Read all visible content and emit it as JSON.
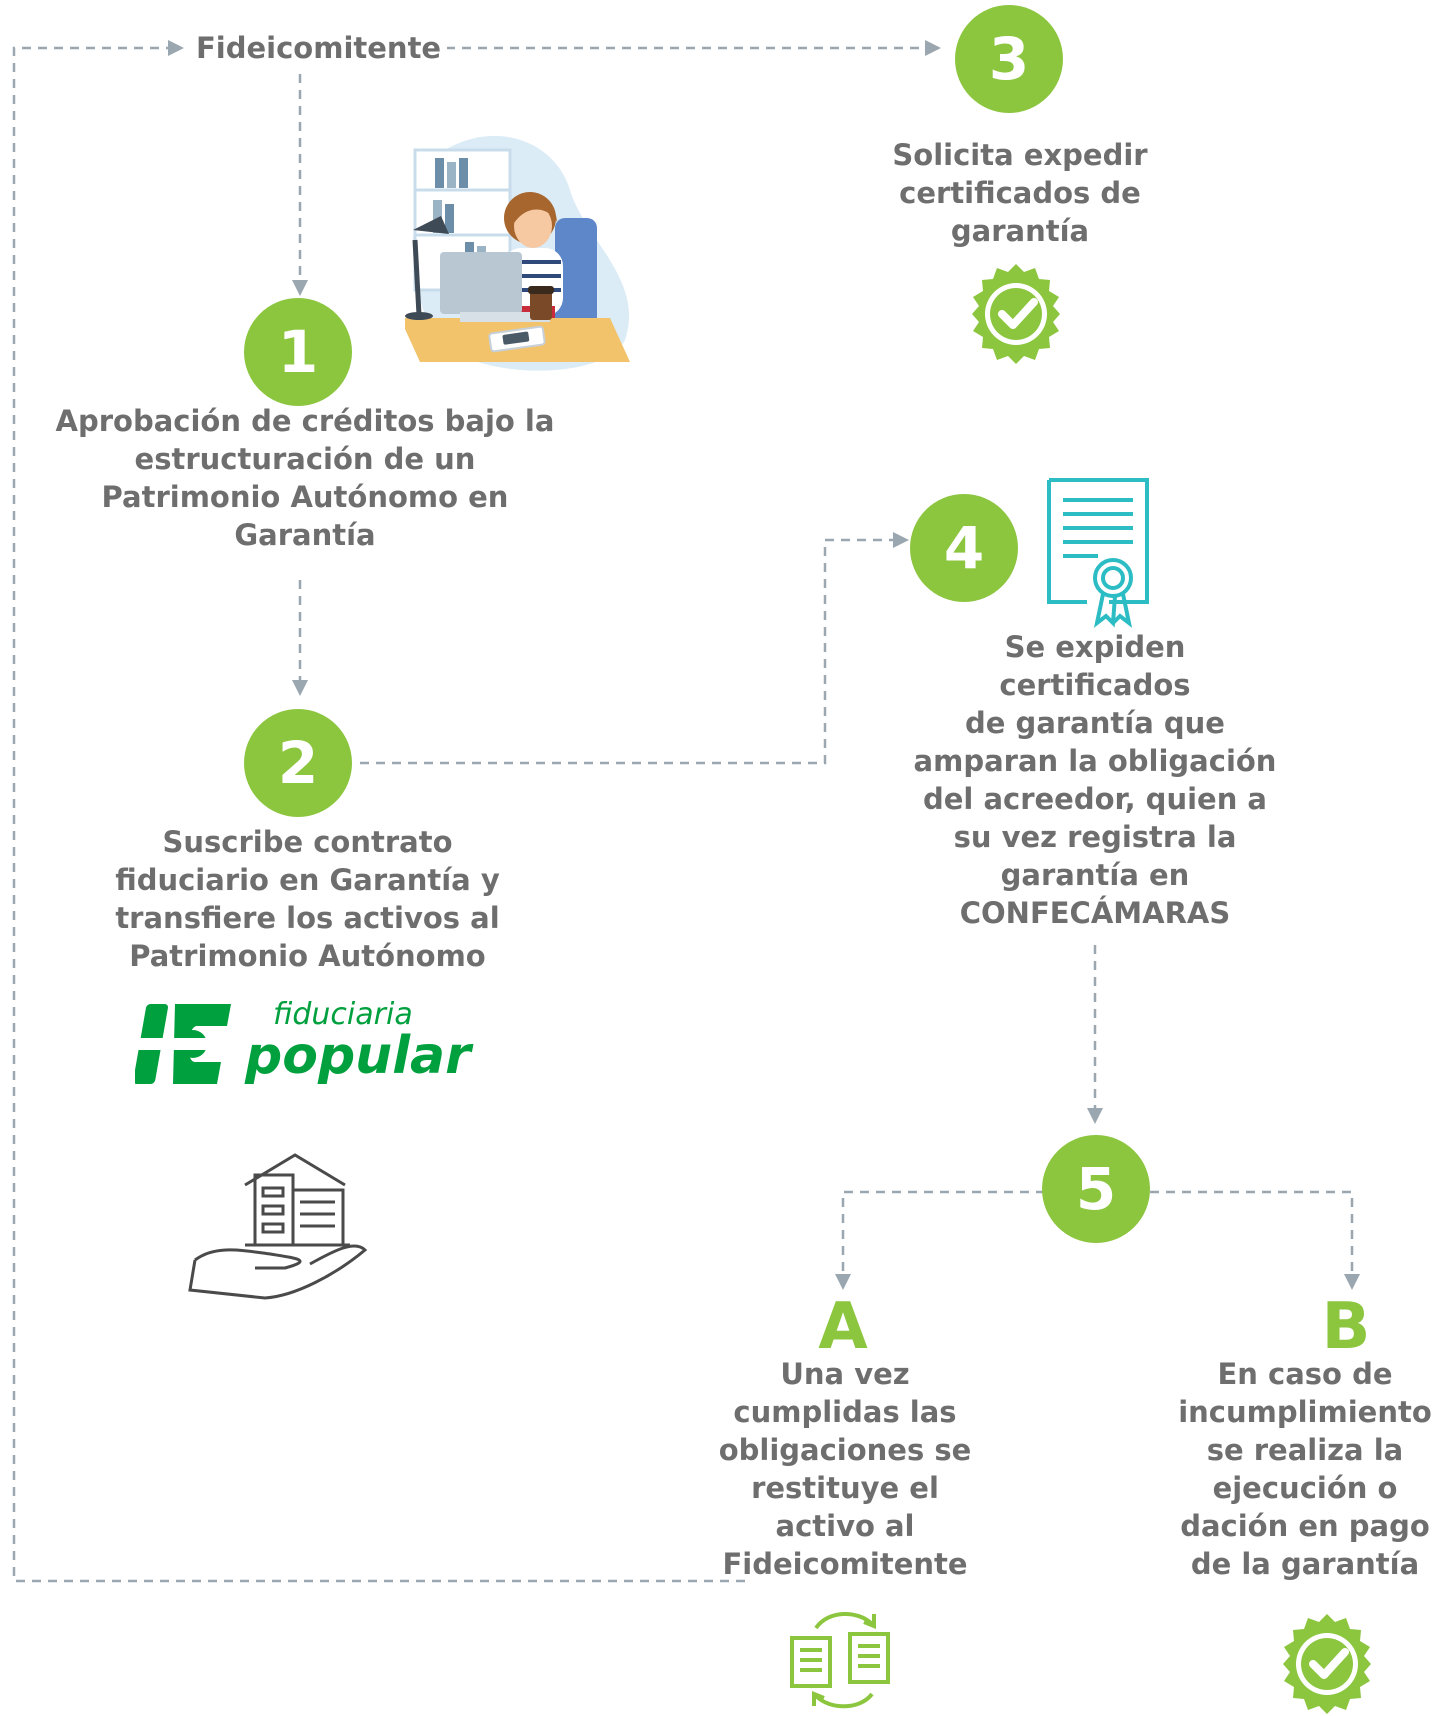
{
  "top_label": "Fideicomitente",
  "steps": [
    {
      "number": "1",
      "text": "Aprobación de créditos bajo la\nestructuración de un\nPatrimonio Autónomo en\nGarantía"
    },
    {
      "number": "2",
      "text": "Suscribe contrato\nfiduciario en Garantía y\ntransfiere los  activos al\nPatrimonio Autónomo"
    },
    {
      "number": "3",
      "text": "Solicita expedir\ncertificados  de\ngarantía"
    },
    {
      "number": "4",
      "text": "Se expiden\ncertificados\nde garantía que\namparan la obligación\ndel acreedor, quien a\nsu vez registra la\ngarantía en\nCONFECÁMARAS"
    },
    {
      "number": "5"
    }
  ],
  "outcomes": [
    {
      "letter": "A",
      "text": "Una vez\ncumplidas las\nobligaciones se\nrestituye el\nactivo al\nFideicomitente"
    },
    {
      "letter": "B",
      "text": "En caso de\nincumplimiento\nse realiza la\nejecución o\ndación en pago\nde la garantía"
    }
  ],
  "logo": {
    "line1": "fiduciaria",
    "line2": "popular"
  },
  "colors": {
    "accent": "#8cc63f",
    "text": "#6e6e6e",
    "connector": "#9aa7b1",
    "brand": "#00a03e",
    "teal": "#2bbcc4"
  },
  "icons": [
    "woman-at-laptop-illustration",
    "badge-check-icon",
    "certificate-icon",
    "fiduciaria-popular-logo",
    "hand-house-icon",
    "document-exchange-icon",
    "badge-check-icon"
  ]
}
